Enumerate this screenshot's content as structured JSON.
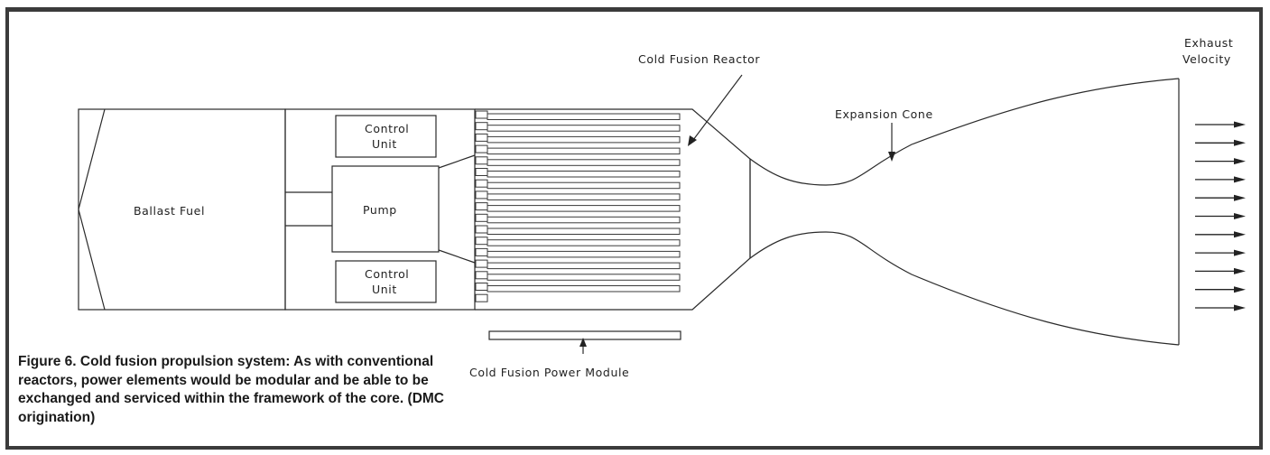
{
  "labels": {
    "ballast_fuel": "Ballast Fuel",
    "pump": "Pump",
    "control_unit_top": [
      "Control",
      "Unit"
    ],
    "control_unit_bottom": [
      "Control",
      "Unit"
    ],
    "cold_fusion_reactor": "Cold Fusion Reactor",
    "expansion_cone": "Expansion Cone",
    "exhaust_velocity": [
      "Exhaust",
      "Velocity"
    ],
    "cold_fusion_power_module": "Cold Fusion Power Module"
  },
  "caption": "Figure 6. Cold fusion propulsion system: As with conventional reactors, power elements would be modular and be able to be exchanged and serviced within the framework of the core. (DMC origination)"
}
